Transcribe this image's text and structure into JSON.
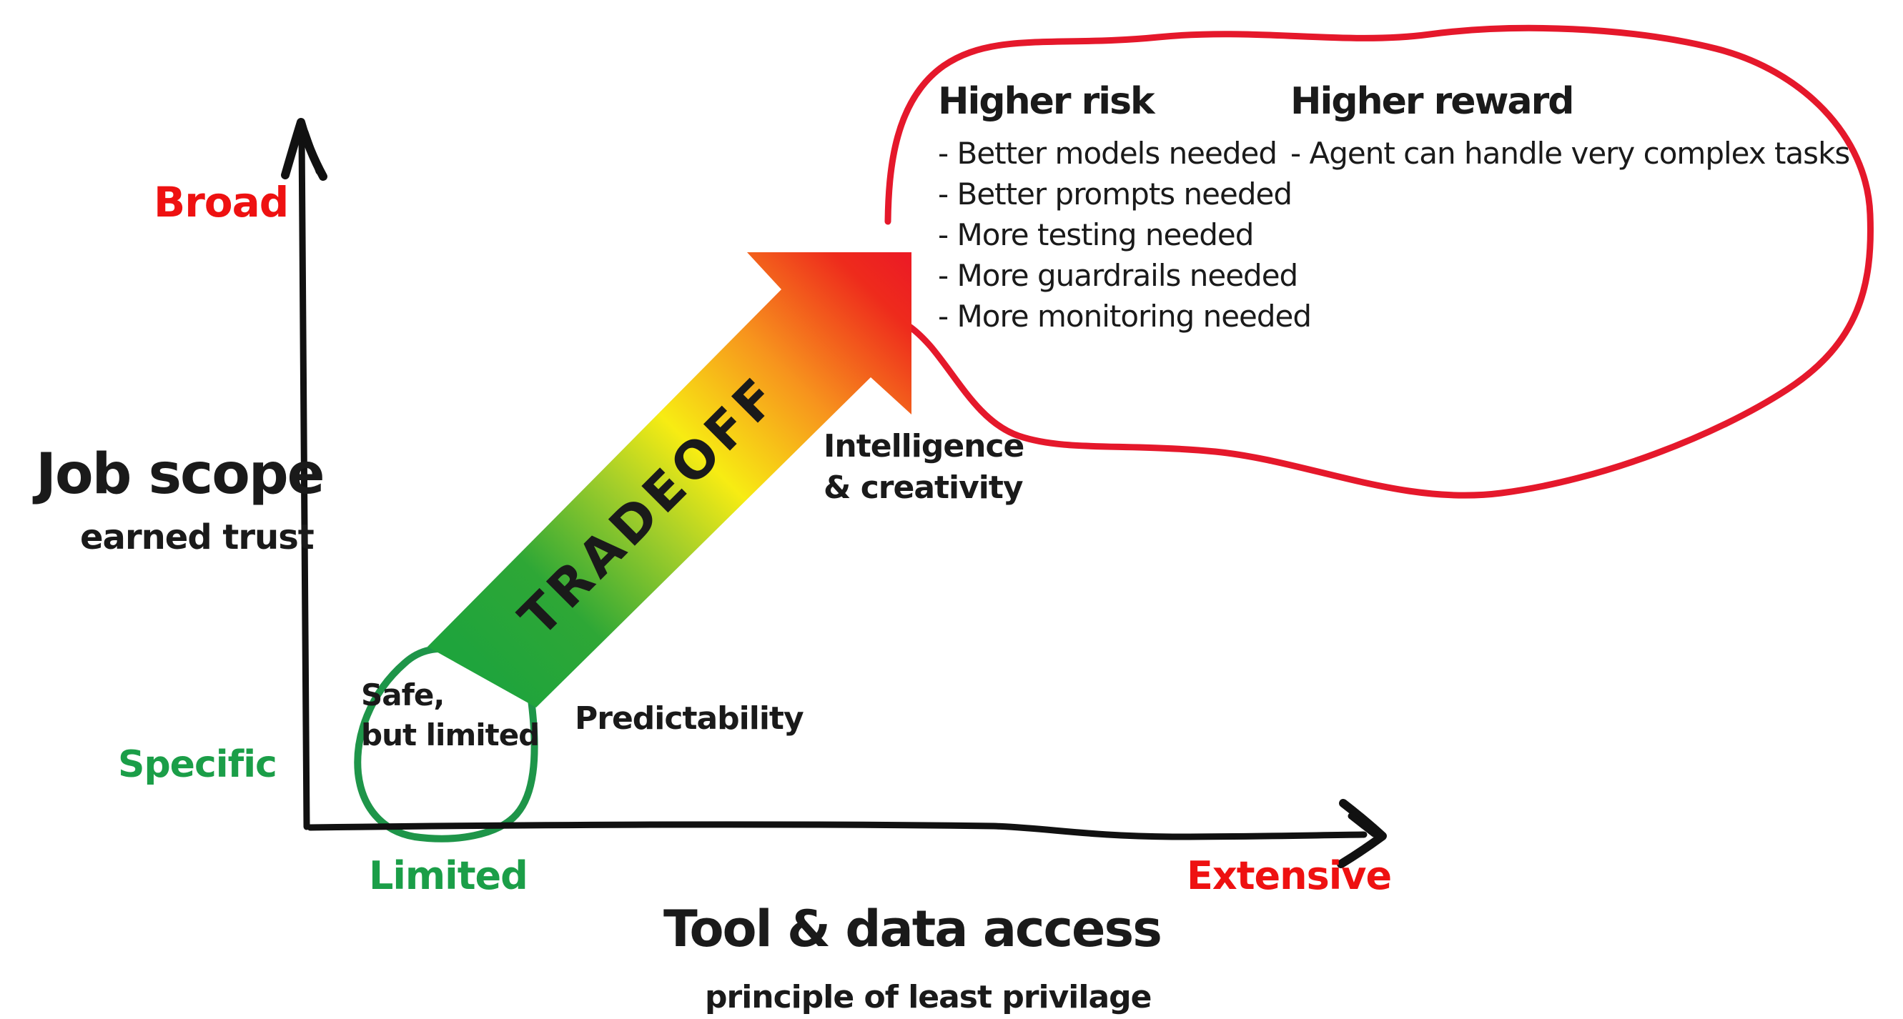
{
  "diagram_title": "Agent job scope vs tool & data access tradeoff",
  "colors": {
    "ink": "#1a1a1a",
    "red_label": "#ee1111",
    "green_label": "#1b9e48",
    "red_outline": "#e5182b",
    "green_outline": "#1e9549",
    "arrow_gradient_start": "#1fa43c",
    "arrow_gradient_mid": "#f7ec13",
    "arrow_gradient_orange": "#f7941d",
    "arrow_gradient_end": "#ec1c24"
  },
  "y_axis": {
    "top_label": "Broad",
    "bottom_label": "Specific",
    "title": "Job scope",
    "subtitle": "earned trust"
  },
  "x_axis": {
    "left_label": "Limited",
    "right_label": "Extensive",
    "title": "Tool & data access",
    "subtitle": "principle of least privilage"
  },
  "arrow": {
    "label": "TRADEOFF",
    "start_label": "Predictability",
    "end_label_line1": "Intelligence",
    "end_label_line2": "& creativity"
  },
  "green_region": {
    "label_line1": "Safe,",
    "label_line2": "but limited"
  },
  "red_region": {
    "higher_risk": {
      "title": "Higher risk",
      "items": [
        "- Better models needed",
        "- Better prompts needed",
        "- More testing needed",
        "- More guardrails needed",
        "- More monitoring needed"
      ]
    },
    "higher_reward": {
      "title": "Higher reward",
      "items": [
        "- Agent can handle very complex tasks"
      ]
    }
  }
}
